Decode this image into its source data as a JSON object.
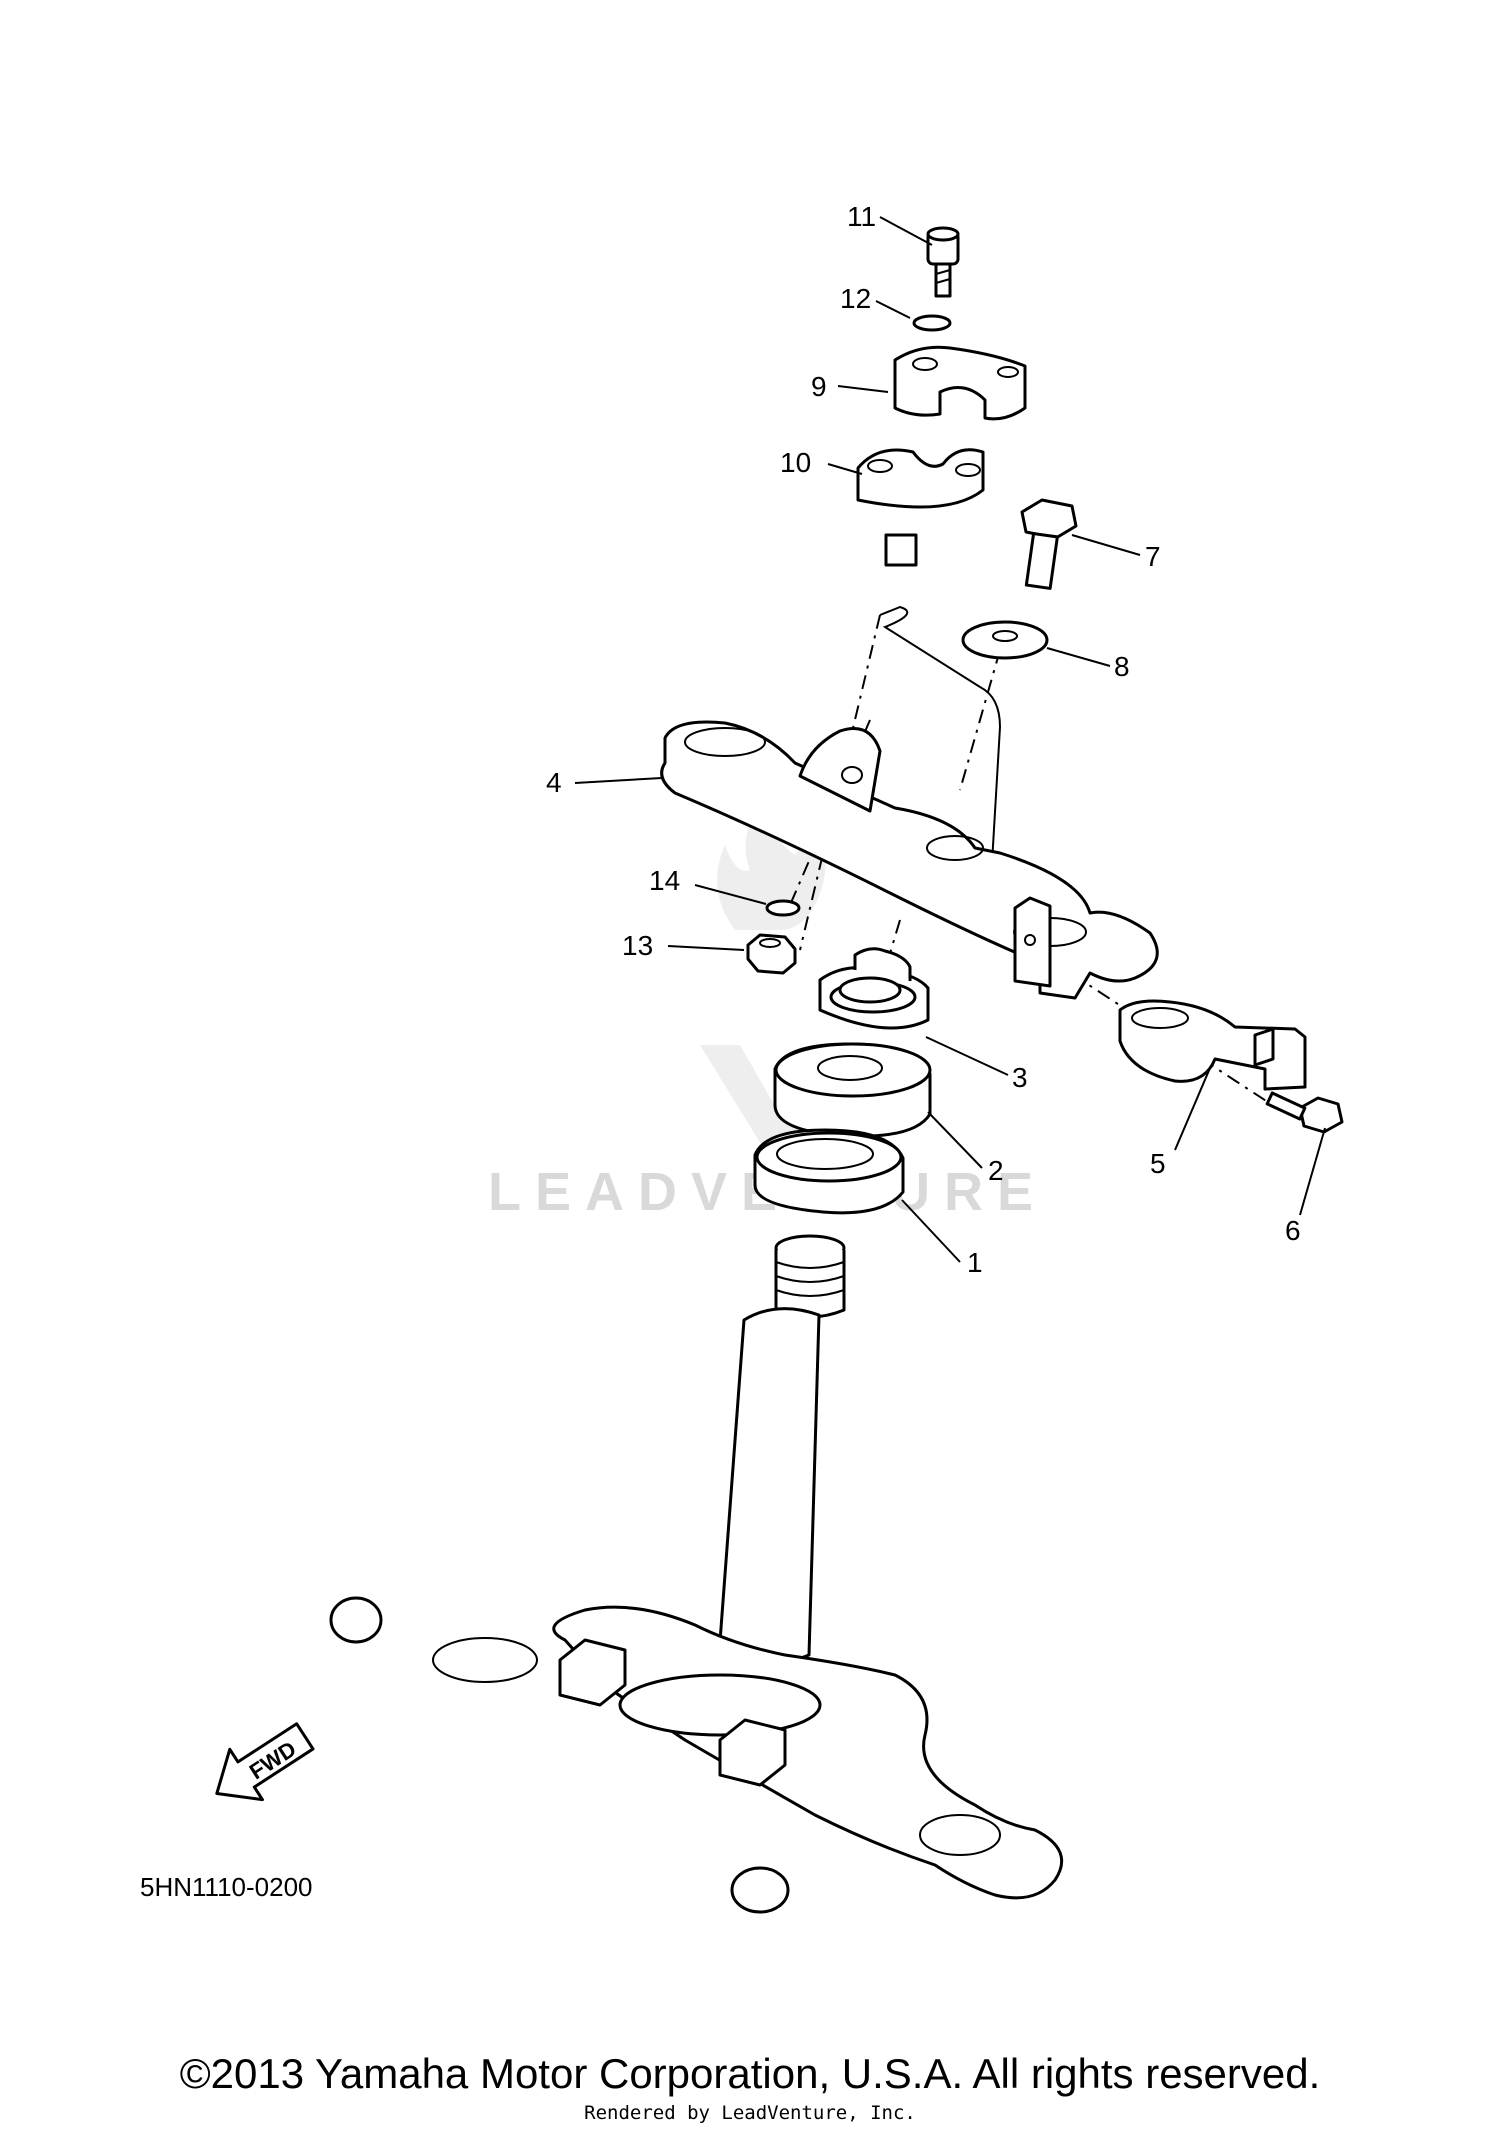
{
  "diagram": {
    "code": "5HN1110-0200",
    "forward_label": "FWD",
    "watermark": "LEADVENTURE",
    "copyright": "©2013 Yamaha Motor Corporation, U.S.A. All rights reserved.",
    "rendered_by": "Rendered by LeadVenture, Inc."
  },
  "callouts": {
    "c1": "1",
    "c2": "2",
    "c3": "3",
    "c4": "4",
    "c5": "5",
    "c6": "6",
    "c7": "7",
    "c8": "8",
    "c9": "9",
    "c10": "10",
    "c11": "11",
    "c12": "12",
    "c13": "13",
    "c14": "14"
  },
  "icons": {
    "watermark_logo": "leadventure-flame-v-logo",
    "forward_arrow": "fwd-arrow-icon"
  }
}
